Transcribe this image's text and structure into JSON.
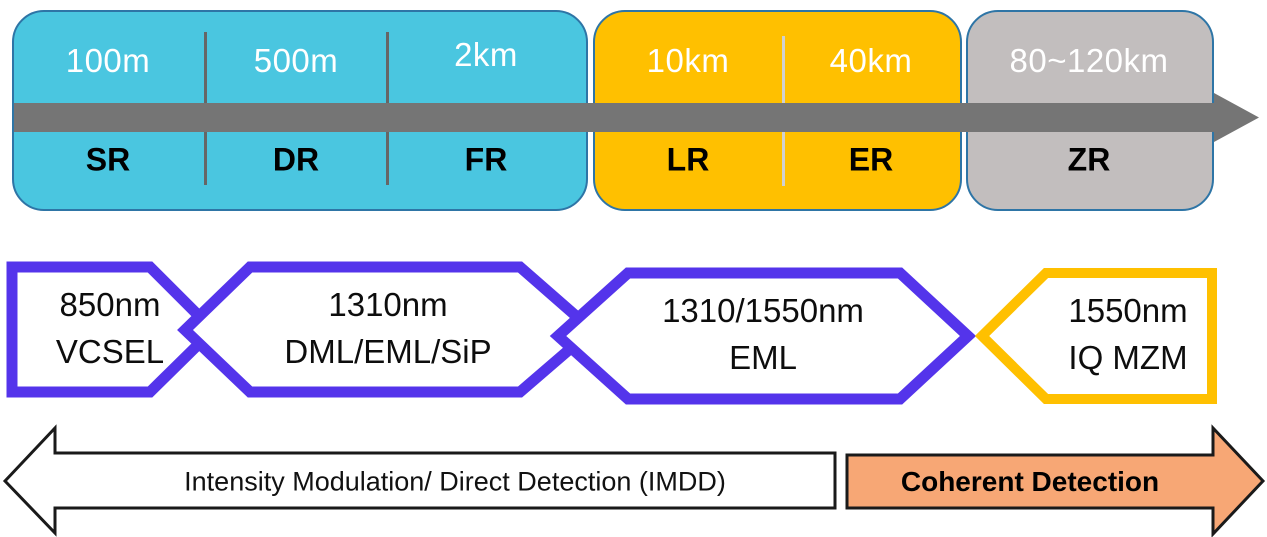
{
  "reach_axis": {
    "segments": [
      {
        "distance": "100m",
        "label": "SR",
        "group": "cyan"
      },
      {
        "distance": "500m",
        "label": "DR",
        "group": "cyan"
      },
      {
        "distance": "2km",
        "label": "FR",
        "group": "cyan"
      },
      {
        "distance": "10km",
        "label": "LR",
        "group": "orange"
      },
      {
        "distance": "40km",
        "label": "ER",
        "group": "orange"
      },
      {
        "distance": "80~120km",
        "label": "ZR",
        "group": "gray"
      }
    ]
  },
  "technologies": [
    {
      "wavelength": "850nm",
      "device": "VCSEL"
    },
    {
      "wavelength": "1310nm",
      "device": "DML/EML/SiP"
    },
    {
      "wavelength": "1310/1550nm",
      "device": "EML"
    },
    {
      "wavelength": "1550nm",
      "device": "IQ MZM"
    }
  ],
  "detection_axis": {
    "imdd_label": "Intensity Modulation/ Direct Detection (IMDD)",
    "coherent_label": "Coherent Detection"
  },
  "colors": {
    "cyan_box": "#4AC6E0",
    "orange_box": "#FFC000",
    "gray_box": "#C2BEBE",
    "box_border": "#2E75A6",
    "cyan_divider": "#666666",
    "orange_divider": "#D0D0D0",
    "axis_arrow": "#757575",
    "tech_outline_purple": "#5434EB",
    "tech_outline_orange": "#FFC000",
    "tech_fill": "#FFFFFF",
    "imdd_fill": "#FFFFFF",
    "coherent_fill": "#F7A775",
    "arrow_outline": "#1A1A1A"
  }
}
